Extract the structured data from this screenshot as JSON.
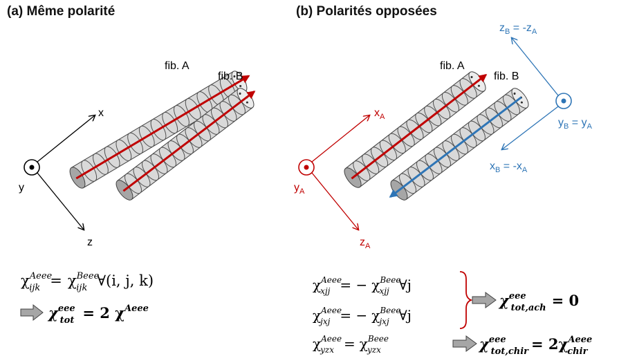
{
  "panels": [
    {
      "title": "(a) Même polarité",
      "fiber_labels": [
        "fib. A",
        "fib. B"
      ],
      "axes": {
        "x": "x",
        "y": "y",
        "z": "z"
      },
      "equation": {
        "lhs": "χ",
        "lhs_sup": "Aeee",
        "lhs_sub": "ijk",
        "op": "=",
        "rhs": "χ",
        "rhs_sup": "Beee",
        "rhs_sub": "ijk",
        "cond": "∀(i, j, k)"
      },
      "result": {
        "sym": "χ",
        "sup": "eee",
        "sub": "tot",
        "rhs": "= 2 χ",
        "rhs_sup": "Aeee"
      }
    },
    {
      "title": "(b) Polarités opposées",
      "fiber_labels": [
        "fib. A",
        "fib. B"
      ],
      "axes_A": {
        "x": "x",
        "x_sub": "A",
        "y": "y",
        "y_sub": "A",
        "z": "z",
        "z_sub": "A"
      },
      "axes_B": {
        "z": "z",
        "z_sub": "B",
        "z_eq": " = -z",
        "z_eq_sub": "A",
        "y": "y",
        "y_sub": "B",
        "y_eq": " = y",
        "y_eq_sub": "A",
        "x": "x",
        "x_sub": "B",
        "x_eq": " = -x",
        "x_eq_sub": "A"
      },
      "equations": [
        {
          "lhs_sup": "Aeee",
          "lhs_sub": "xjj",
          "op": "= −",
          "rhs_sup": "Beee",
          "rhs_sub": "xjj",
          "cond": "∀j"
        },
        {
          "lhs_sup": "Aeee",
          "lhs_sub": "jxj",
          "op": "= −",
          "rhs_sup": "Beee",
          "rhs_sub": "jxj",
          "cond": "∀j"
        },
        {
          "lhs_sup": "Aeee",
          "lhs_sub": "yzx",
          "op": "=",
          "rhs_sup": "Beee",
          "rhs_sub": "yzx",
          "cond": ""
        }
      ],
      "result_ach": {
        "sym": "χ",
        "sup": "eee",
        "sub": "tot,ach",
        "rhs": "= 0"
      },
      "result_chir": {
        "sym": "χ",
        "sup": "eee",
        "sub": "tot,chir",
        "rhs": "= 2χ",
        "rhs_sup": "Aeee",
        "rhs_sub": "chir"
      }
    }
  ],
  "colors": {
    "red": "#c00000",
    "blue": "#2e75b6",
    "black": "#000000",
    "fiber_light": "#d9d9d9",
    "fiber_dark": "#a6a6a6",
    "arrow_fill": "#a6a6a6"
  }
}
